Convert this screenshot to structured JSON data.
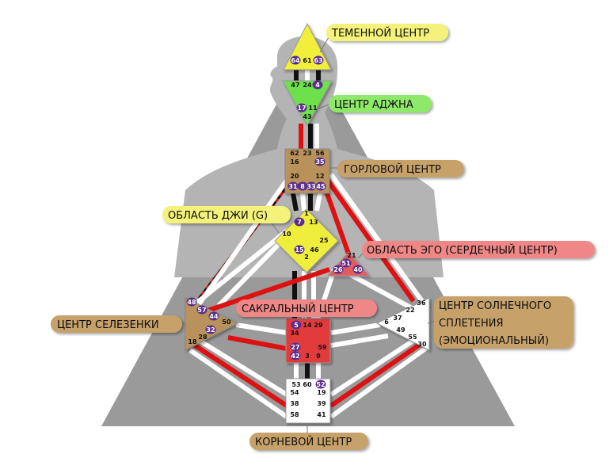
{
  "colors": {
    "background": "#ffffff",
    "triangle": "#9a9a9a",
    "silhouette": "#b4b4b4",
    "channel_white": "#ffffff",
    "channel_black": "#111111",
    "channel_red": "#dd1111",
    "gate_active": "#5b2d8c",
    "head": "#f2ef3a",
    "ajna": "#6ee04b",
    "throat": "#b8925a",
    "g": "#f0ee3c",
    "ego": "#e55a5a",
    "spleen": "#b8925a",
    "sacral": "#e23b3b",
    "solar": "#ffffff",
    "root": "#ffffff",
    "label_yellow": "#f4f27a",
    "label_green": "#8ee86a",
    "label_brown": "#c7a16b",
    "label_red": "#f08787",
    "label_white": "#ffffff"
  },
  "labels": {
    "head": "ТЕМЕННОЙ ЦЕНТР",
    "ajna": "ЦЕНТР АДЖНА",
    "throat": "ГОРЛОВОЙ ЦЕНТР",
    "g": "ОБЛАСТЬ ДЖИ (G)",
    "ego": "ОБЛАСТЬ ЭГО (СЕРДЕЧНЫЙ ЦЕНТР)",
    "sacral": "САКРАЛЬНЫЙ ЦЕНТР",
    "spleen": "ЦЕНТР СЕЛЕЗЕНКИ",
    "solar_1": "ЦЕНТР СОЛНЕЧНОГО",
    "solar_2": "СПЛЕТЕНИЯ",
    "solar_3": "(ЭМОЦИОНАЛЬНЫЙ)",
    "root": "КОРНЕВОЙ ЦЕНТР"
  },
  "gates": {
    "head": [
      "64",
      "61",
      "63"
    ],
    "ajna_top": [
      "47",
      "24",
      "4"
    ],
    "ajna_bottom": [
      "17",
      "11",
      "43"
    ],
    "throat_top": [
      "62",
      "23",
      "56"
    ],
    "throat_side": [
      "16",
      "35",
      "20",
      "12"
    ],
    "throat_bottom": [
      "31",
      "8",
      "33",
      "45"
    ],
    "g": [
      "1",
      "7",
      "13",
      "10",
      "25",
      "15",
      "46",
      "2"
    ],
    "ego": [
      "21",
      "51",
      "26",
      "40"
    ],
    "spleen": [
      "48",
      "57",
      "44",
      "50",
      "32",
      "28",
      "18"
    ],
    "sacral": [
      "5",
      "14",
      "29",
      "34",
      "27",
      "59",
      "42",
      "3",
      "9"
    ],
    "solar": [
      "36",
      "22",
      "37",
      "6",
      "49",
      "55",
      "30"
    ],
    "root": [
      "53",
      "60",
      "52",
      "54",
      "19",
      "38",
      "39",
      "58",
      "41"
    ]
  },
  "active_gates": [
    "64",
    "63",
    "4",
    "17",
    "35",
    "31",
    "8",
    "33",
    "45",
    "7",
    "15",
    "51",
    "26",
    "40",
    "48",
    "57",
    "44",
    "32",
    "5",
    "27",
    "42",
    "52"
  ]
}
